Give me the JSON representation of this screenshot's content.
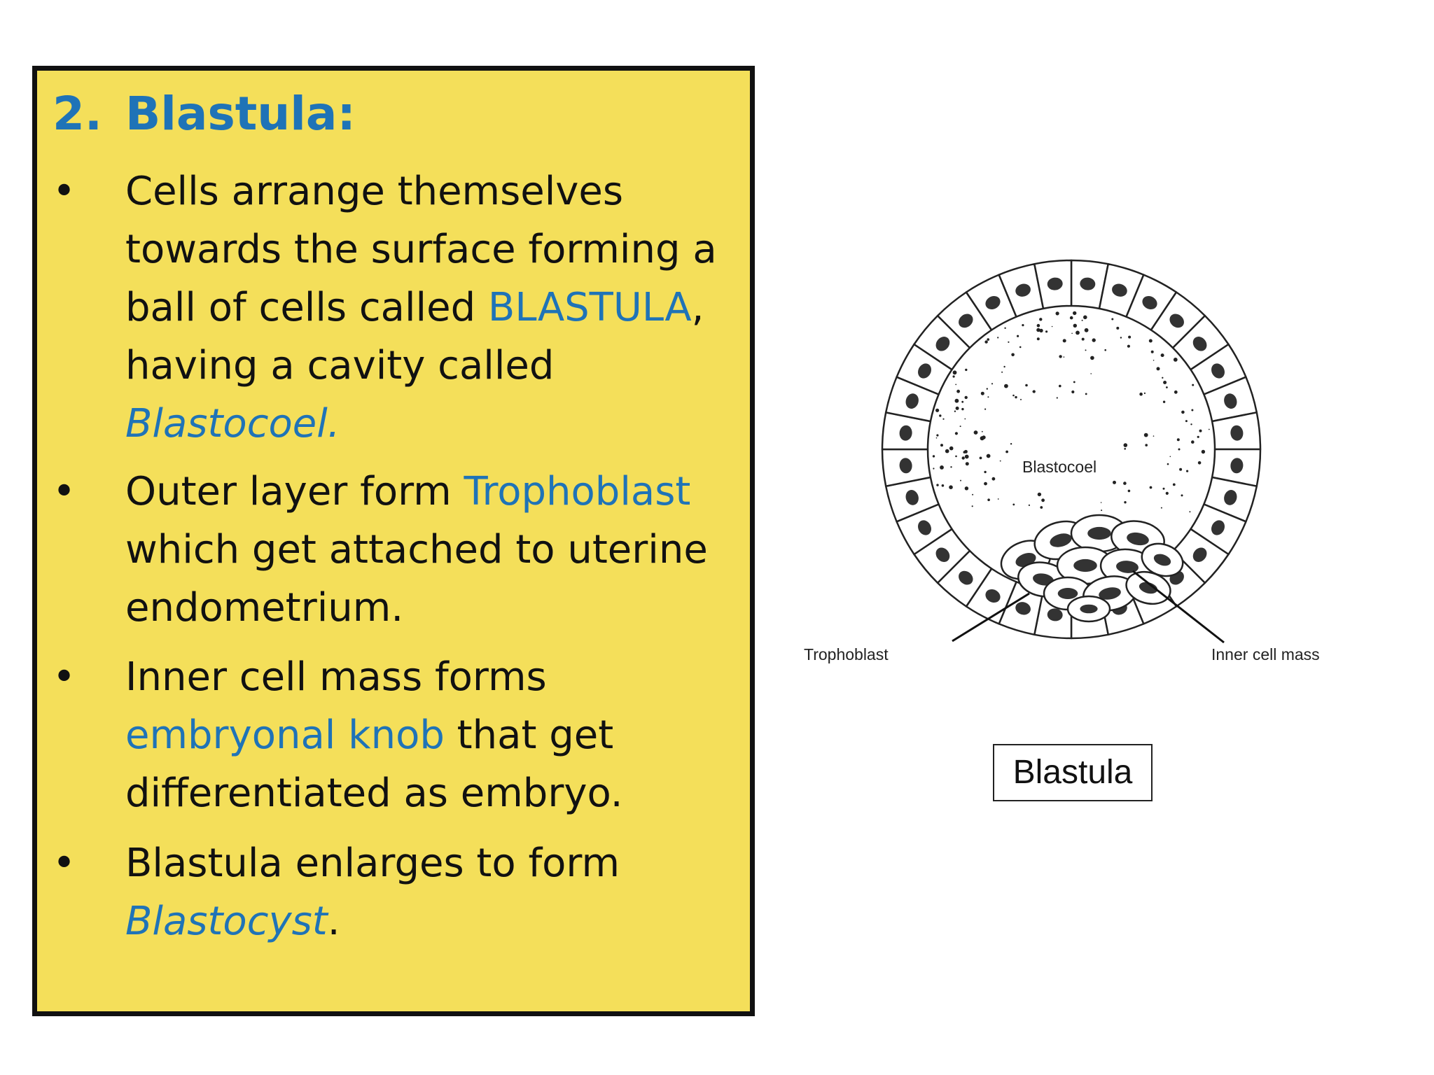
{
  "heading": {
    "number": "2.",
    "title": "Blastula:"
  },
  "bullets": [
    {
      "marker": "•",
      "parts": [
        {
          "text": "Cells arrange themselves towards the surface forming a ball of cells called ",
          "style": "normal"
        },
        {
          "text": "BLASTULA",
          "style": "highlight"
        },
        {
          "text": ", having a cavity called ",
          "style": "normal"
        },
        {
          "text": "Blastocoel.",
          "style": "highlight-italic"
        }
      ]
    },
    {
      "marker": "•",
      "parts": [
        {
          "text": "Outer layer form ",
          "style": "normal"
        },
        {
          "text": "Trophoblast",
          "style": "highlight"
        },
        {
          "text": " which get attached to uterine endometrium.",
          "style": "normal"
        }
      ]
    },
    {
      "marker": "•",
      "parts": [
        {
          "text": "Inner cell mass forms ",
          "style": "normal"
        },
        {
          "text": "embryonal knob",
          "style": "highlight"
        },
        {
          "text": " that get differentiated as embryo.",
          "style": "normal"
        }
      ]
    },
    {
      "marker": "•",
      "parts": [
        {
          "text": "Blastula enlarges to form ",
          "style": "normal"
        },
        {
          "text": "Blastocyst",
          "style": "highlight-italic"
        },
        {
          "text": ".",
          "style": "normal"
        }
      ]
    }
  ],
  "diagram": {
    "labels": {
      "blastocoel": "Blastocoel",
      "trophoblast": "Trophoblast",
      "inner_cell_mass": "Inner cell mass"
    }
  },
  "caption": "Blastula",
  "colors": {
    "panel": "#f4df5a",
    "highlight": "#1f73b7",
    "text": "#111111"
  }
}
